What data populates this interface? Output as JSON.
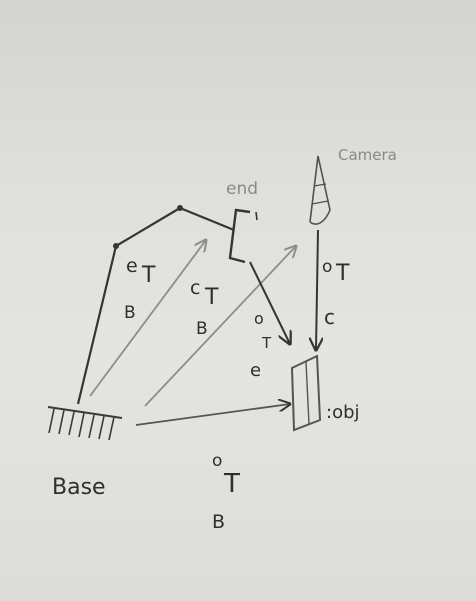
{
  "labels": {
    "base": "Base",
    "end": "end",
    "camera": "Camera",
    "obj": ":obj"
  },
  "transforms": {
    "base_to_end": {
      "sup": "e",
      "main": "T",
      "sub": "B"
    },
    "base_to_camera": {
      "sup": "c",
      "main": "T",
      "sub": "B"
    },
    "end_to_obj": {
      "sup": "o",
      "main": "T",
      "sub": "e"
    },
    "camera_to_obj": {
      "sup": "o",
      "main": "T",
      "sub": "c"
    },
    "base_to_obj": {
      "sup": "o",
      "main": "T",
      "sub": "B"
    }
  },
  "colors": {
    "ink_dark": "#353535",
    "ink_light": "#8d8d8d",
    "paper": "#e2e2df"
  }
}
